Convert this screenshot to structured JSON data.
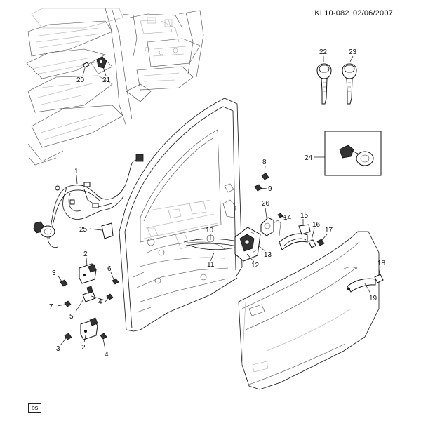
{
  "header": {
    "ref_code": "KL10-082",
    "date": "02/06/2007"
  },
  "footer": {
    "tag": "bs"
  },
  "callouts": {
    "c1": "1",
    "c2a": "2",
    "c2b": "2",
    "c3a": "3",
    "c3b": "3",
    "c4a": "4",
    "c4b": "4",
    "c5": "5",
    "c6": "6",
    "c7": "7",
    "c8": "8",
    "c9": "9",
    "c10": "10",
    "c11": "11",
    "c12": "12",
    "c13": "13",
    "c14": "14",
    "c15": "15",
    "c16": "16",
    "c17": "17",
    "c18": "18",
    "c19": "19",
    "c20": "20",
    "c21": "21",
    "c22": "22",
    "c23": "23",
    "c24": "24",
    "c25": "25",
    "c26": "26"
  }
}
